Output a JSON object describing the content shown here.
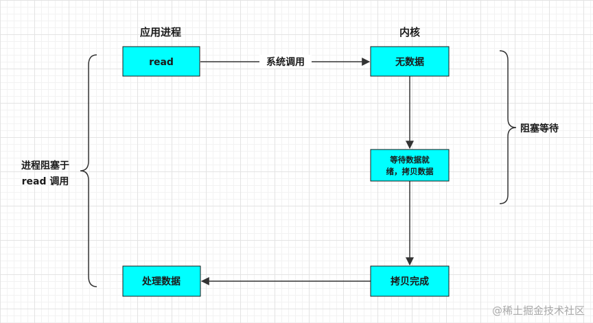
{
  "columns": {
    "app": "应用进程",
    "kernel": "内核"
  },
  "nodes": {
    "read": "read",
    "no_data": "无数据",
    "wait_copy_line1": "等待数据就",
    "wait_copy_line2": "绪，拷贝数据",
    "copy_done": "拷贝完成",
    "process_data": "处理数据"
  },
  "edges": {
    "syscall": "系统调用"
  },
  "annotations": {
    "kernel_blocking": "阻塞等待",
    "app_blocked_line1": "进程阻塞于",
    "app_blocked_line2": "read 调用"
  },
  "watermark": "@稀土掘金技术社区",
  "colors": {
    "box_fill": "#00ffff",
    "stroke": "#333333"
  }
}
